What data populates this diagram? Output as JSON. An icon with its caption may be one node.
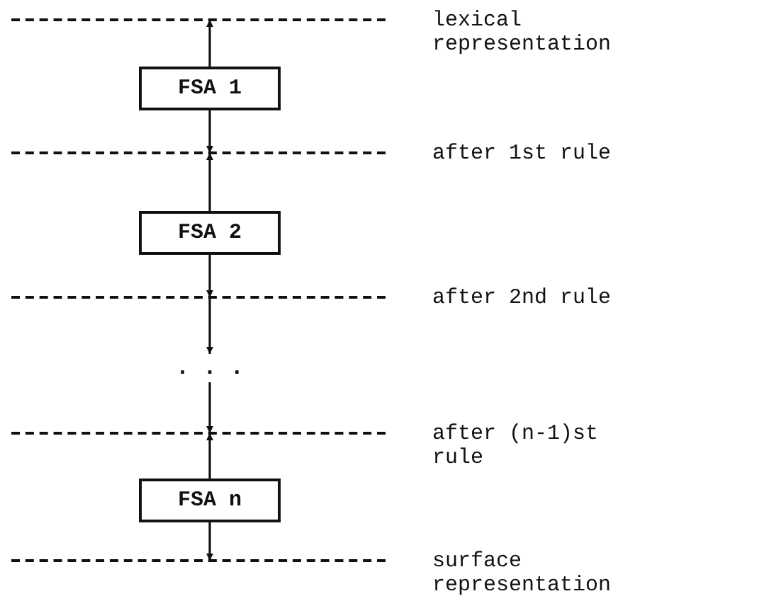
{
  "diagram": {
    "nodes": [
      {
        "text": [
          "lexical representation"
        ]
      },
      {
        "text": [
          "FSA 1"
        ]
      },
      {
        "text": [
          "after 1st rule"
        ]
      },
      {
        "text": [
          "FSA 2"
        ]
      },
      {
        "text": [
          "after 2nd rule"
        ]
      },
      {
        "text": [
          ". . ."
        ]
      },
      {
        "text": [
          "after (n-1)st rule"
        ]
      },
      {
        "text": [
          "FSA n"
        ]
      },
      {
        "text": [
          "surface representation"
        ]
      }
    ],
    "edges": [
      {
        "from": 1,
        "to": 0,
        "arrow": "to"
      },
      {
        "from": 1,
        "to": 2,
        "arrow": "to"
      },
      {
        "from": 3,
        "to": 2,
        "arrow": "to"
      },
      {
        "from": 3,
        "to": 4,
        "arrow": "to"
      },
      {
        "from": 4,
        "to": 5,
        "arrow": "to"
      },
      {
        "from": 5,
        "to": 6,
        "arrow": "to"
      },
      {
        "from": 7,
        "to": 6,
        "arrow": "to"
      },
      {
        "from": 7,
        "to": 8,
        "arrow": "to"
      }
    ]
  }
}
